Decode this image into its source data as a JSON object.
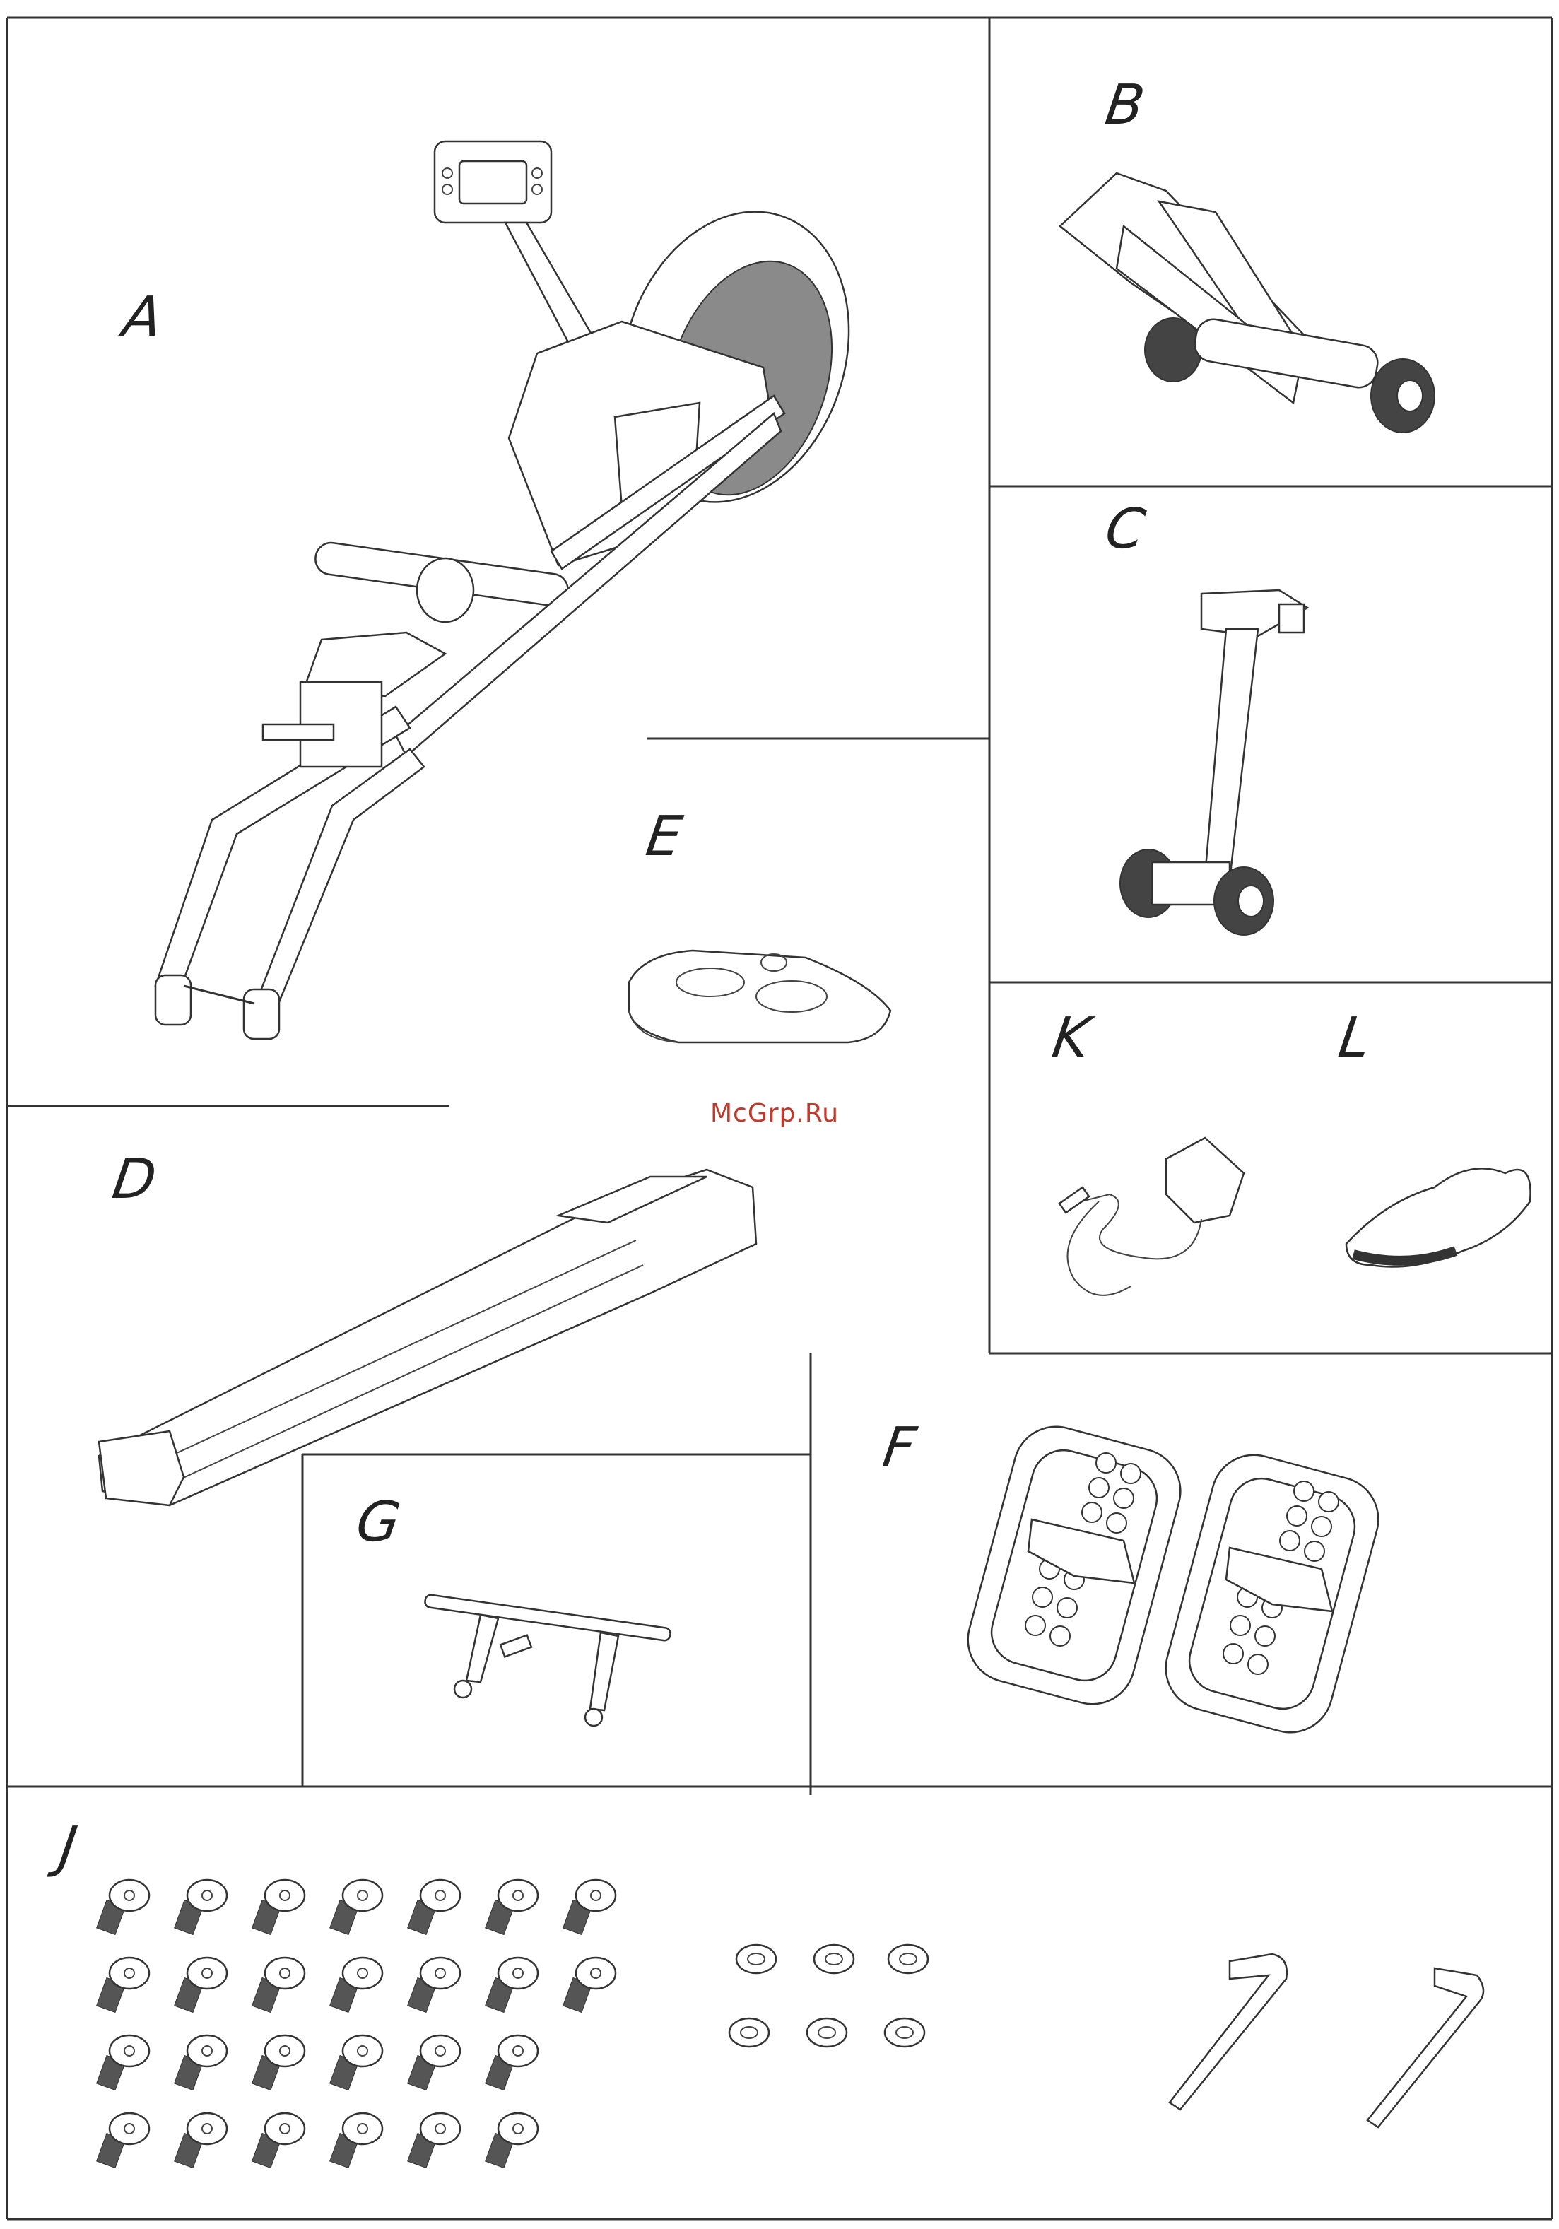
{
  "panels": {
    "A": {
      "label": "A"
    },
    "B": {
      "label": "B"
    },
    "C": {
      "label": "C"
    },
    "D": {
      "label": "D"
    },
    "E": {
      "label": "E"
    },
    "F": {
      "label": "F"
    },
    "G": {
      "label": "G"
    },
    "J": {
      "label": "J"
    },
    "K": {
      "label": "K"
    },
    "L": {
      "label": "L"
    }
  },
  "watermark": "McGrp.Ru",
  "colors": {
    "line": "#333333",
    "watermark": "#c0392b",
    "background": "#ffffff"
  }
}
